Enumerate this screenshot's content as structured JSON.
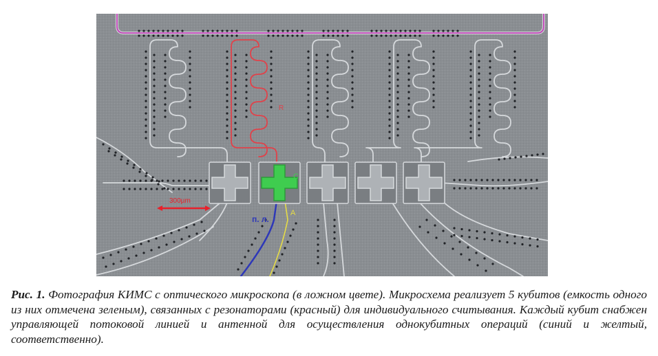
{
  "figure": {
    "labels": {
      "resonator": "R",
      "capacitance": "C",
      "flux_line": "п. л.",
      "antenna": "A",
      "scale": "300µm"
    },
    "colors": {
      "substrate": "#8a8e92",
      "feedline": "#c04bb8",
      "resonator_highlight": "#e0424a",
      "capacitance_highlight": "#3fcc4f",
      "flux_line_highlight": "#2e38b8",
      "antenna_highlight": "#e6dc46",
      "scale_bar": "#e8202a",
      "metal_trace": "#d6d9dc",
      "via_dot": "#202226"
    },
    "qubit_count": 5
  },
  "caption": {
    "number": "Рис. 1.",
    "text": "Фотография КИМС с оптического микроскопа (в ложном цвете). Микросхема реализует 5 кубитов (емкость одного из них отмечена зеленым), связанных с резонаторами (красный) для индивидуального считывания. Каждый кубит снабжен управляющей  потоковой линией и антенной для осуществления однокубитных операций (синий и желтый, соответственно)."
  }
}
